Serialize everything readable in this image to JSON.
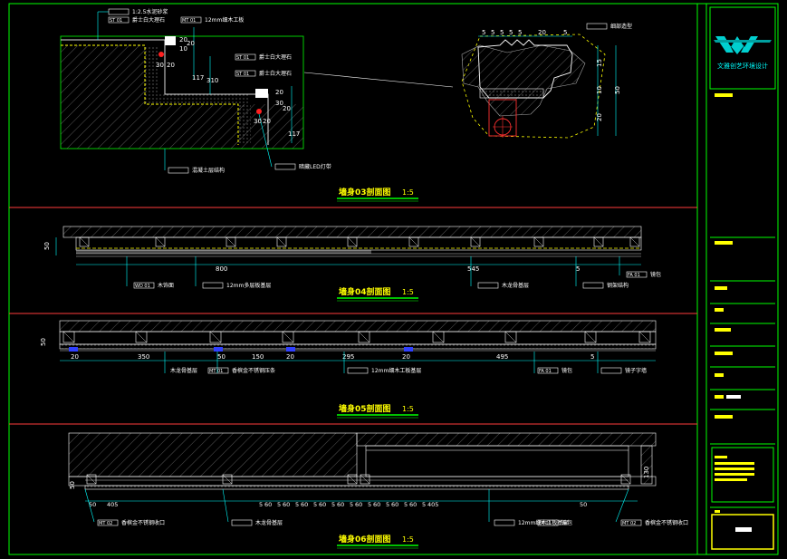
{
  "colors": {
    "bg": "#000000",
    "frame": "#00ff00",
    "divider": "#ff3b3b",
    "title": "#ffff00",
    "dim": "#00ffff",
    "white": "#ffffff",
    "hatch": "#7a7a7a",
    "red": "#ff2020",
    "blue": "#3040ff"
  },
  "titleblock": {
    "company": "文雅创艺环境设计"
  },
  "section3": {
    "title": "墙身03剖面图",
    "scale": "1:5",
    "callouts": [
      "1:2.5水泥砂浆",
      "爵士白大理石",
      "12mm细木工板",
      "爵士白大理石",
      "爵士白大理石",
      "混凝土层结构",
      "暗藏LED灯带",
      "细部造型"
    ],
    "callout_tags": [
      "ST 01",
      "MT 01",
      "ST 01",
      "ST 01"
    ],
    "dims_left": [
      "20",
      "10",
      "20",
      "30",
      "20",
      "117",
      "310",
      "20",
      "30",
      "20",
      "30",
      "20",
      "117"
    ],
    "dims_right_top": [
      "5",
      "5",
      "5",
      "5",
      "5",
      "20",
      "5"
    ],
    "dims_right_side": [
      "15",
      "10",
      "20",
      "50"
    ]
  },
  "section4": {
    "title": "墙身04剖面图",
    "scale": "1:5",
    "dims": [
      "50",
      "800",
      "545",
      "5"
    ],
    "callouts": [
      "木饰面",
      "12mm多层板基层",
      "木龙骨基层",
      "钢架结构",
      "镜包"
    ],
    "callout_tags": [
      "WD 01",
      "FA 01"
    ]
  },
  "section5": {
    "title": "墙身05剖面图",
    "scale": "1:5",
    "dims": [
      "50",
      "20",
      "350",
      "50",
      "150",
      "20",
      "295",
      "20",
      "495",
      "5"
    ],
    "callouts": [
      "木龙骨基层",
      "香槟金不锈钢压条",
      "12mm细木工板基层",
      "镜包",
      "镜子字墙"
    ],
    "callout_tags": [
      "MT 01",
      "FA 01"
    ]
  },
  "section6": {
    "title": "墙身06剖面图",
    "scale": "1:5",
    "dims_bottom": [
      "50",
      "405",
      "5",
      "60",
      "5",
      "60",
      "5",
      "60",
      "5",
      "60",
      "5",
      "60",
      "5",
      "60",
      "5",
      "60",
      "5",
      "60",
      "5",
      "60",
      "5",
      "405",
      "50"
    ],
    "dims_side": [
      "50",
      "130"
    ],
    "callouts": [
      "香槟金不锈钢收口",
      "木龙骨基层",
      "12mm细木工板基层",
      "镜包",
      "香槟金不锈钢收口"
    ],
    "callout_tags": [
      "MT 02",
      "FA 01",
      "MT 02"
    ]
  }
}
